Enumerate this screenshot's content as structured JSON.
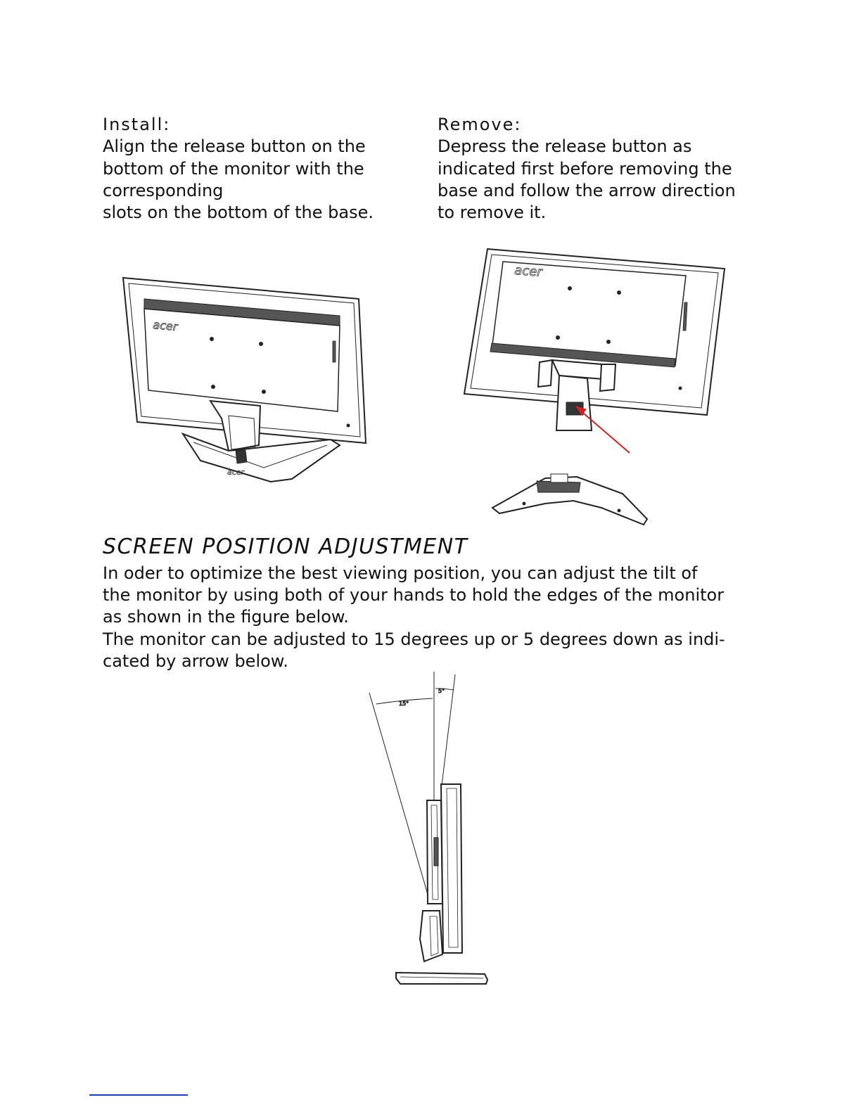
{
  "install": {
    "heading": "Install:",
    "lines": [
      "Align the release button on the",
      "bottom of the monitor with the",
      "corresponding",
      "slots on the bottom of the base."
    ]
  },
  "remove": {
    "heading": "Remove:",
    "lines": [
      "Depress the release button as",
      "indicated first before removing the",
      "base and follow the arrow direction",
      "to remove it."
    ]
  },
  "figures": {
    "brand_logo": "acer",
    "arrow_color": "#d42020",
    "tilt_up_label": "15°",
    "tilt_down_label": "5°"
  },
  "section": {
    "title": "SCREEN POSITION ADJUSTMENT",
    "paragraph_1_lines": [
      "In oder to optimize the best viewing position, you can adjust the tilt of",
      "the monitor by using both of your hands to hold the edges of the monitor",
      "as shown in the figure below."
    ],
    "paragraph_2_lines": [
      "The monitor can be adjusted to 15 degrees up or 5 degrees down as indi-",
      "cated by arrow below."
    ]
  },
  "footer": {
    "rule_color": "#1a3fcc"
  }
}
